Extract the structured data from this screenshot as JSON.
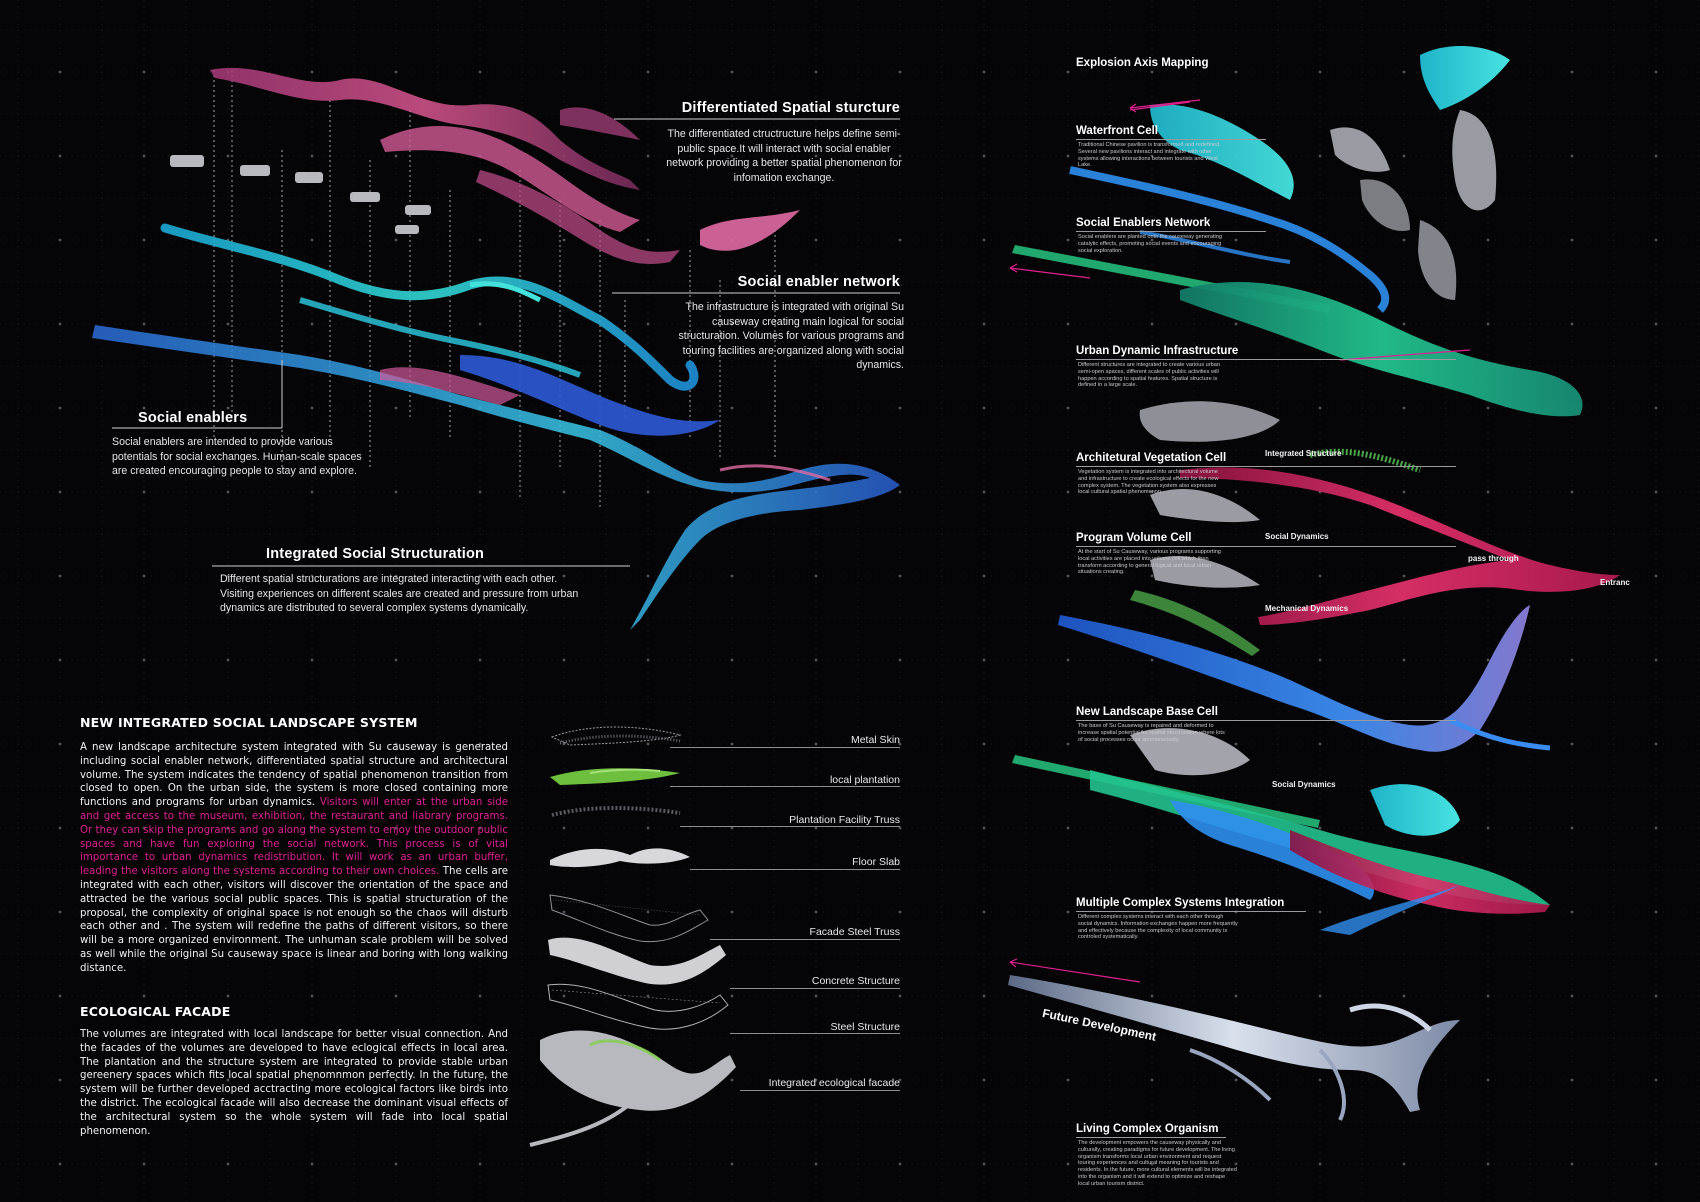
{
  "left": {
    "callouts": [
      {
        "title": "Differentiated Spatial sturcture",
        "body": "The differentiated ctructructure helps define semi-public space.It will interact with social enabler network providing a better spatial phenomenon for infomation exchange."
      },
      {
        "title": "Social enabler network",
        "body": "The infrastructure is integrated with original Su causeway creating main logical for social structuration. Volumes for various programs and touring facilities are organized along with social dynamics."
      },
      {
        "title": "Social enablers",
        "body": "Social enablers are intended to provide various potentials for social exchanges. Human-scale spaces are created encouraging people to stay and explore."
      },
      {
        "title": "Integrated Social Structuration",
        "body": "Different spatial structurations are integrated interacting with each other. Visiting experiences on different scales are created and pressure from urban dynamics are distributed to several complex systems dynamically."
      }
    ],
    "system": {
      "title": "NEW INTEGRATED SOCIAL LANDSCAPE SYSTEM",
      "text_a": "A new landscape architecture system integrated with Su causeway is generated including social enabler network, differentiated spatial structure and architectural volume. The system indicates the tendency of spatial phenomenon transition from closed to open. On the urban side, the system is more closed containing more functions and programs for urban dynamics. ",
      "text_pink": "Visitors will enter at the urban side and get access to the museum, exhibition, the restaurant and liabrary programs. Or they can skip the programs and go along the system to enjoy the outdoor public spaces and have fun exploring the social network. This process is of vital importance to urban dynamics redistribution. It will work as an urban buffer, leading the visitors along the systems according to their own choices.",
      "text_b": " The cells are integrated with each other, visitors will discover the orientation of the space and attracted be the various social public spaces. This is spatial structuration of the proposal, the complexity of original space is not enough so the chaos will disturb each other and . The system will redefine the paths of different visitors, so there will be a more organized environment. The unhuman scale problem will be solved as well while the original Su causeway space is linear and boring with long walking distance."
    },
    "ecological": {
      "title": "ECOLOGICAL FACADE",
      "text": "The volumes are integrated with local landscape for better visual connection. And the facades of the volumes are  developed to have eclogical effects in local area. The plantation and the structure system are integrated to provide stable urban gereenery spaces which fits local spatial phenomnmon perfectly. In the future, the system will be further developed acctracting more ecological factors like birds into the district. The ecological facade will also decrease the dominant visual effects of the architectural system so the whole system will fade into local spatial phenomenon."
    },
    "layers": [
      "Metal Skin",
      "local plantation",
      "Plantation Facility Truss",
      "Floor Slab",
      "Facade Steel Truss",
      "Concrete Structure",
      "Steel Structure",
      "Integrated ecological facade"
    ]
  },
  "right": {
    "title": "Explosion Axis Mapping",
    "cells": [
      {
        "title": "Waterfront Cell",
        "desc": "Traditional Chinese pavilion is transformed and redefined. Several new pavilions interact and integrate with other systems allowing interactions between tourists and West Lake."
      },
      {
        "title": "Social Enablers Network",
        "desc": "Social enablers are planted onto the causeway generating catalytic effects, promoting social events and encouraging social exploration."
      },
      {
        "title": "Urban Dynamic Infrastructure",
        "desc": "Different structures are integrated to create various urban semi-open spaces, different scales of public activities will happen according to spatial features. Spatial structure is defined in a large scale."
      },
      {
        "title": "Architetural Vegetation Cell",
        "desc": "Vegetation system is integrated into architectural volume and infrastructure to create ecological effects for the new complex system. The vegetation system also expresses local cultural spatial phenomenon."
      },
      {
        "title": "Program Volume Cell",
        "desc": "At the start of Su Causeway, various programs supporting local activities are placed into volume cell which then transform according to general logical and local urban situations creating."
      },
      {
        "title": "New Landscape Base Cell",
        "desc": "The base of Su Causeway is repaired and deformed to increase spatial potential for spatial structuration where lots of social processes occur spontaneously."
      },
      {
        "title": "Multiple Complex Systems Integration",
        "desc": "Different complex systems interact with each other through social dynamics. Information exchanges happen more frequently and effectively because the complexity of local community is controled systematically."
      },
      {
        "title": "Living Complex Organism",
        "desc": "The development empowers the causeway physically and culturally, creating paradigms for future development. The living organism transforms local urban environment and request touring experiences and cultural meaning for tourists and residents. In the future, more cultural elements will be integrated into the organism and it will extend to optimize and reshape local urban tourism district."
      }
    ],
    "labels": {
      "integrated_structure": "Integrated Structure",
      "social_dynamics_1": "Social Dynamics",
      "pass_through": "pass through",
      "entrance": "Entranc",
      "mechanical_dynamics": "Mechanical Dynamics",
      "social_dynamics_2": "Social Dynamics",
      "future_development": "Future Development"
    }
  },
  "colors": {
    "background": "#050507",
    "cyan": "#2fd3e0",
    "blue": "#2e7fe8",
    "magenta": "#e0208f",
    "green": "#1fbf8a",
    "pink_ribbon": "#c94a8c",
    "vegetation": "#7ccf4a"
  }
}
